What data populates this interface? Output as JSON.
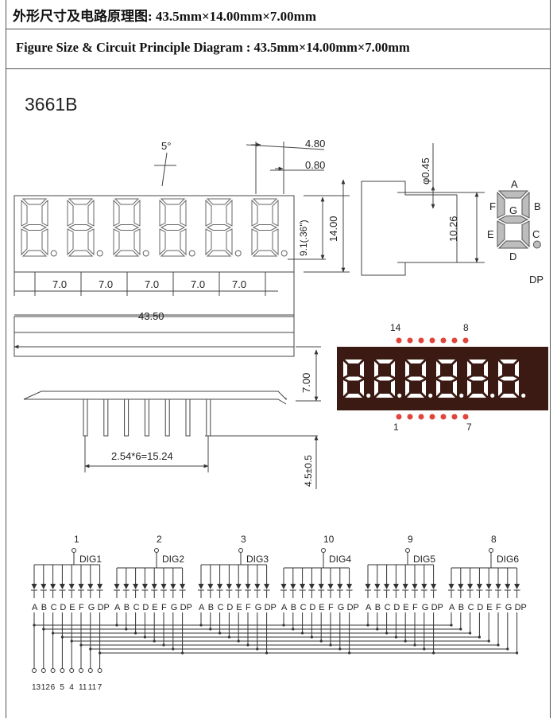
{
  "titles": {
    "cn": "外形尺寸及电路原理图: 43.5mm×14.00mm×7.00mm",
    "en": "Figure Size & Circuit Principle Diagram : 43.5mm×14.00mm×7.00mm"
  },
  "model": "3661B",
  "dimensions": {
    "angle": "5°",
    "d480": "4.80",
    "d080": "0.80",
    "pitch": "7.0",
    "total_length": "43.50",
    "height": "14.00",
    "digit_height": "9.1(.36\")",
    "pin_dia": "φ0.45",
    "pin_span": "10.26",
    "depth": "7.00",
    "pin_row": "2.54*6=15.24",
    "pin_length": "4.5±0.5"
  },
  "segment_legend": {
    "labels": [
      "A",
      "B",
      "C",
      "D",
      "E",
      "F",
      "G",
      "DP"
    ]
  },
  "pin_labels": {
    "top_left": "14",
    "top_right": "8",
    "bottom_left": "1",
    "bottom_right": "7"
  },
  "circuit": {
    "digits": [
      {
        "pin": "1",
        "name": "DIG1"
      },
      {
        "pin": "2",
        "name": "DIG2"
      },
      {
        "pin": "3",
        "name": "DIG3"
      },
      {
        "pin": "10",
        "name": "DIG4"
      },
      {
        "pin": "9",
        "name": "DIG5"
      },
      {
        "pin": "8",
        "name": "DIG6"
      }
    ],
    "segments": [
      "A",
      "B",
      "C",
      "D",
      "E",
      "F",
      "G",
      "DP"
    ],
    "segment_pins": [
      "13",
      "12",
      "6",
      "5",
      "4",
      "11",
      "11",
      "7"
    ]
  },
  "colors": {
    "line": "#333333",
    "display_body": "#3a1a12",
    "pin_dot": "#e0443a",
    "digit": "#ffffff"
  }
}
